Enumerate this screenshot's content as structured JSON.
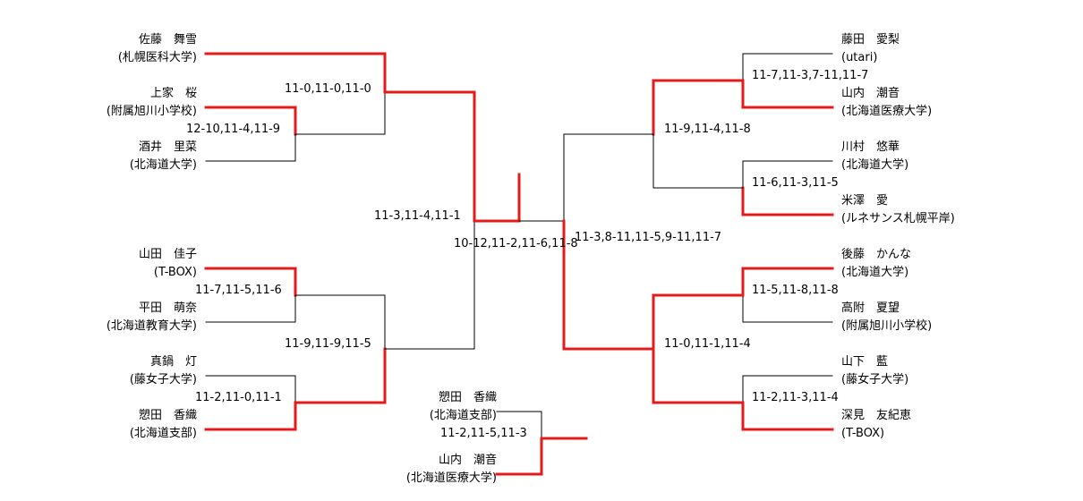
{
  "bracket": {
    "left_top": [
      {
        "name": "佐藤　舞雪",
        "affiliation": "(札幌医科大学)"
      },
      {
        "name": "上家　桜",
        "affiliation": "(附属旭川小学校)"
      },
      {
        "name": "酒井　里菜",
        "affiliation": "(北海道大学)"
      }
    ],
    "left_bottom": [
      {
        "name": "山田　佳子",
        "affiliation": "(T-BOX)"
      },
      {
        "name": "平田　萌奈",
        "affiliation": "(北海道教育大学)"
      },
      {
        "name": "真鍋　灯",
        "affiliation": "(藤女子大学)"
      },
      {
        "name": "愬田　香織",
        "affiliation": "(北海道支部)"
      }
    ],
    "right_top": [
      {
        "name": "藤田　愛梨",
        "affiliation": "(utari)"
      },
      {
        "name": "山内　潮音",
        "affiliation": "(北海道医療大学)"
      },
      {
        "name": "川村　悠華",
        "affiliation": "(北海道大学)"
      },
      {
        "name": "米澤　愛",
        "affiliation": "(ルネサンス札幌平岸)"
      }
    ],
    "right_bottom": [
      {
        "name": "後藤　かんな",
        "affiliation": "(北海道大学)"
      },
      {
        "name": "高附　夏望",
        "affiliation": "(附属旭川小学校)"
      },
      {
        "name": "山下　藍",
        "affiliation": "(藤女子大学)"
      },
      {
        "name": "深見　友紀恵",
        "affiliation": "(T-BOX)"
      }
    ],
    "third_place": [
      {
        "name": "愬田　香織",
        "affiliation": "(北海道支部)"
      },
      {
        "name": "山内　潮音",
        "affiliation": "(北海道医療大学)"
      }
    ],
    "scores": {
      "l_r1": "12-10,11-4,11-9",
      "l_r2_top": "11-0,11-0,11-0",
      "l_r1_b1": "11-7,11-5,11-6",
      "l_r1_b2": "11-2,11-0,11-1",
      "l_r2_bottom": "11-9,11-9,11-5",
      "l_semi": "11-3,11-4,11-1",
      "final": "10-12,11-2,11-6,11-8",
      "r_r1_t1": "11-7,11-3,7-11,11-7",
      "r_r1_t2": "11-6,11-3,11-5",
      "r_r2_top": "11-9,11-4,11-8",
      "r_r1_b1": "11-5,11-8,11-8",
      "r_r1_b2": "11-2,11-3,11-4",
      "r_r2_bottom": "11-0,11-1,11-4",
      "r_semi": "11-3,8-11,11-5,9-11,11-7",
      "third": "11-2,11-5,11-3"
    },
    "colors": {
      "winner_line": "#e51b1b",
      "line": "#000000"
    }
  }
}
